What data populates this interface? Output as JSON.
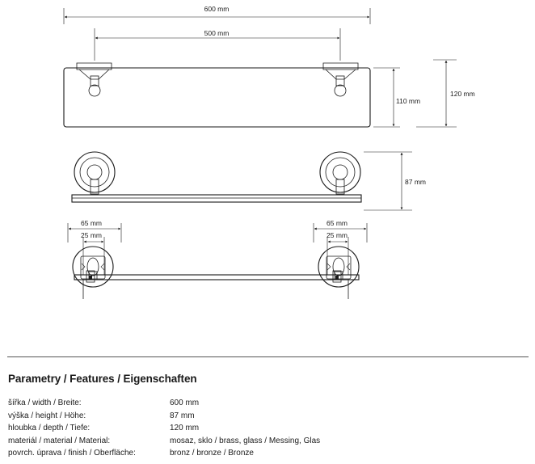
{
  "dimensions": {
    "total_width": "600 mm",
    "mount_spacing": "500 mm",
    "height_front": "110 mm",
    "height_total": "120 mm",
    "height_side": "87 mm",
    "left_outer": "65 mm",
    "left_inner": "25 mm",
    "right_outer": "65 mm",
    "right_inner": "25 mm"
  },
  "features": {
    "title": "Parametry / Features / Eigenschaften",
    "rows": [
      {
        "label": "šířka / width / Breite:",
        "value": "600 mm"
      },
      {
        "label": "výška / height / Höhe:",
        "value": "87 mm"
      },
      {
        "label": "hloubka / depth / Tiefe:",
        "value": "120 mm"
      },
      {
        "label": "materiál / material / Material:",
        "value": "mosaz, sklo / brass, glass / Messing, Glas"
      },
      {
        "label": "povrch. úprava / finish / Oberfläche:",
        "value": "bronz / bronze / Bronze"
      }
    ]
  }
}
